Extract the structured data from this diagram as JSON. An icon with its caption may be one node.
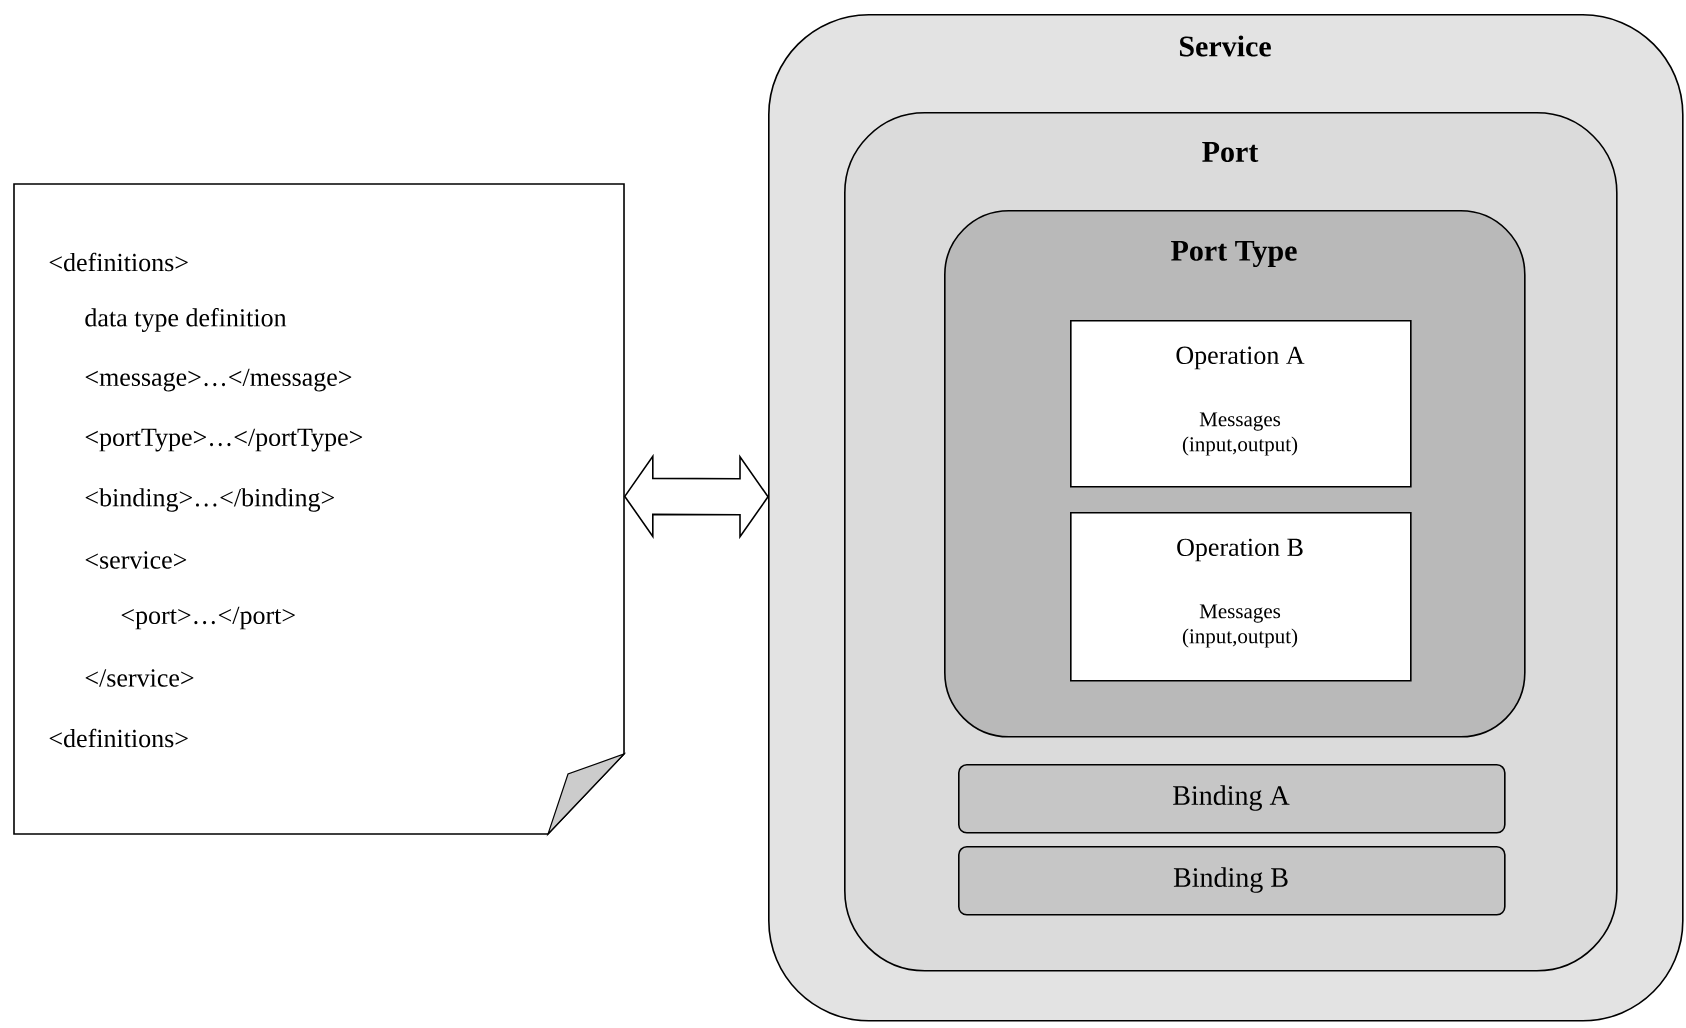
{
  "diagram": {
    "nodes": [
      {
        "text": [
          "<definitions>",
          "data type definition",
          "<message>…</message>",
          "<portType>…</portType>",
          "<binding>…</binding>",
          "<service>",
          "<port>…</port>",
          "</service>",
          "<definitions>"
        ]
      },
      {
        "text": [
          "Service"
        ]
      },
      {
        "text": [
          "Port"
        ],
        "in": 1
      },
      {
        "text": [
          "Port Type"
        ],
        "in": 2
      },
      {
        "text": [
          "Operation A",
          "Messages (input,output)"
        ],
        "in": 3
      },
      {
        "text": [
          "Operation B",
          "Messages (input,output)"
        ],
        "in": 3
      },
      {
        "text": [
          "Binding A"
        ],
        "in": 2
      },
      {
        "text": [
          "Binding B"
        ],
        "in": 2
      }
    ],
    "edges": [
      {
        "from": 0,
        "to": 1,
        "arrow": "both"
      }
    ]
  }
}
